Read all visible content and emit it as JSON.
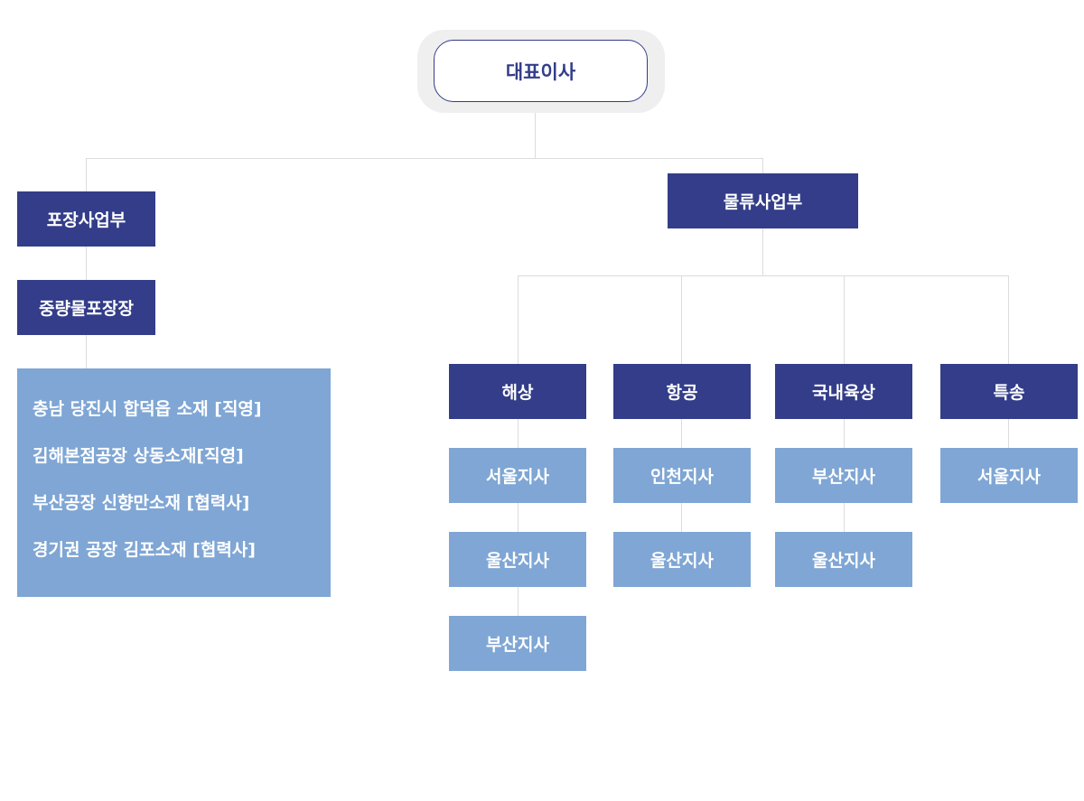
{
  "ceo": {
    "label": "대표이사"
  },
  "packaging": {
    "label": "포장사업부",
    "plant": {
      "label": "중량물포장장"
    },
    "sites": [
      "충남 당진시 합덕읍 소재 [직영]",
      "김해본점공장 상동소재[직영]",
      "부산공장 신향만소재 [협력사]",
      "경기권 공장 김포소재 [협력사]"
    ]
  },
  "logistics": {
    "label": "물류사업부",
    "divisions": [
      {
        "label": "해상",
        "branches": [
          "서울지사",
          "울산지사",
          "부산지사"
        ]
      },
      {
        "label": "항공",
        "branches": [
          "인천지사",
          "울산지사"
        ]
      },
      {
        "label": "국내육상",
        "branches": [
          "부산지사",
          "울산지사"
        ]
      },
      {
        "label": "특송",
        "branches": [
          "서울지사"
        ]
      }
    ]
  },
  "colors": {
    "dark": "#333d89",
    "light": "#7fa6d4",
    "connector": "#dcdcdc"
  }
}
